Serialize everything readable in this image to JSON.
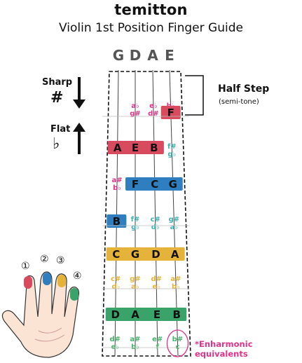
{
  "header": {
    "brand": "temitton",
    "subtitle": "Violin 1st Position Finger Guide"
  },
  "strings": [
    "G",
    "D",
    "A",
    "E"
  ],
  "legend": {
    "sharp_label": "Sharp",
    "sharp_symbol": "#",
    "flat_label": "Flat",
    "flat_symbol": "♭"
  },
  "half_step": {
    "title": "Half Step",
    "subtitle": "(semi-tone)"
  },
  "finger_numbers": [
    "①",
    "②",
    "③",
    "④"
  ],
  "enharmonic_note": "*Enharmonic equivalents",
  "colors": {
    "finger1": "#d84a5e",
    "finger2": "#2f7fc0",
    "finger3": "#e6b33a",
    "finger4": "#3aa36a",
    "pink": "#e0338a",
    "teal": "#3fb0b0",
    "green": "#46b56a",
    "yellow": "#e6b33a"
  },
  "fingerboard_rows": [
    {
      "kind": "accidental",
      "color": "pink",
      "cells": [
        null,
        "a♭ / g#",
        "e♭ / d#",
        "b♭ / a#"
      ]
    },
    {
      "kind": "bar",
      "color": "finger1",
      "cells": [
        null,
        null,
        null,
        "F"
      ]
    },
    {
      "kind": "bar",
      "color": "finger1",
      "cells": [
        "A",
        "E",
        "B",
        null
      ]
    },
    {
      "kind": "accidental",
      "color": "teal",
      "cells": [
        null,
        null,
        null,
        "f# / g♭"
      ]
    },
    {
      "kind": "accidental",
      "color": "pink",
      "cells": [
        "a# / b♭",
        null,
        null,
        null
      ]
    },
    {
      "kind": "bar",
      "color": "finger2",
      "cells": [
        null,
        "F",
        "C",
        "G"
      ]
    },
    {
      "kind": "bar",
      "color": "finger2",
      "cells": [
        "B",
        null,
        null,
        null
      ]
    },
    {
      "kind": "accidental",
      "color": "teal",
      "cells": [
        null,
        "f# / g♭",
        "c# / d♭",
        "g# / a♭"
      ]
    },
    {
      "kind": "bar",
      "color": "finger3",
      "cells": [
        "C",
        "G",
        "D",
        "A"
      ]
    },
    {
      "kind": "accidental",
      "color": "yellow",
      "cells": [
        "c# / d♭",
        "g# / a♭",
        "d# / e♭",
        "a# / b♭"
      ]
    },
    {
      "kind": "bar",
      "color": "finger4",
      "cells": [
        "D",
        "A",
        "E",
        "B"
      ]
    },
    {
      "kind": "accidental",
      "color": "green",
      "cells": [
        "d# / e♭",
        "a# / b♭",
        "e# / f",
        "b# / c"
      ]
    }
  ]
}
